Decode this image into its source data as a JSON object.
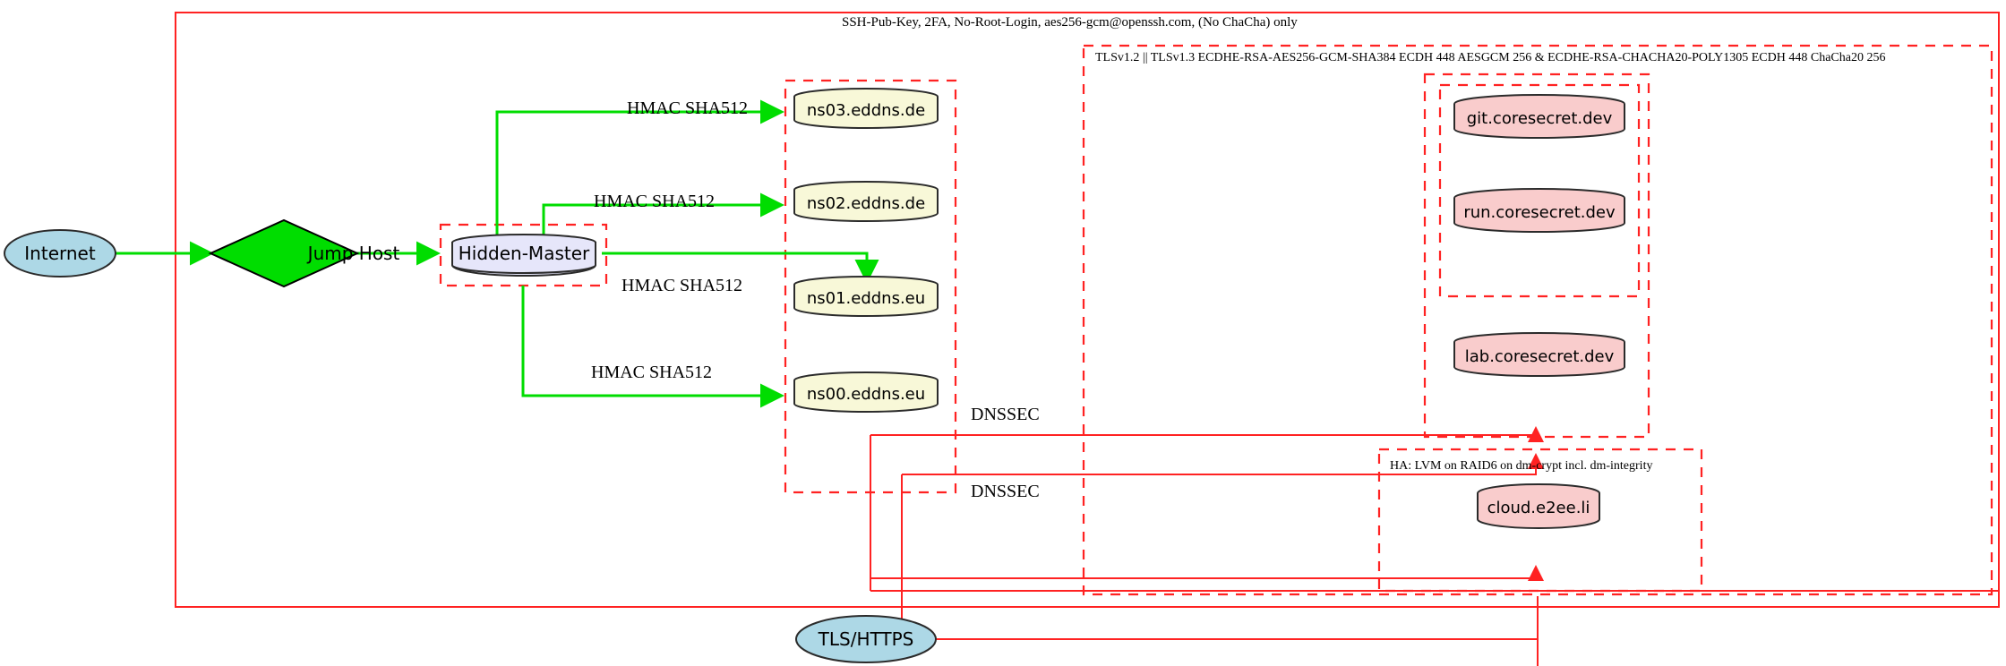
{
  "diagram": {
    "title_label": "SSH-Pub-Key, 2FA, No-Root-Login, aes256-gcm@openssh.com, (No ChaCha) only",
    "tls_cluster_label": "TLSv1.2 || TLSv1.3 ECDHE-RSA-AES256-GCM-SHA384 ECDH 448 AESGCM 256 & ECDHE-RSA-CHACHA20-POLY1305 ECDH 448 ChaCha20 256",
    "ha_cluster_label": "HA: LVM on RAID6 on dm-crypt incl. dm-integrity",
    "colors": {
      "red_border": "#ff2222",
      "green_edge": "#00dd00",
      "internet_fill": "#add8e6",
      "jump_host_fill": "#00dd00",
      "hidden_master_fill": "#e6e6fa",
      "dns_fill": "#f8f8d8",
      "service_fill": "#f9cccc",
      "stroke": "#2b2b2b"
    },
    "nodes": {
      "internet": "Internet",
      "jump_host": "Jump Host",
      "hidden_master": "Hidden-Master",
      "ns03": "ns03.eddns.de",
      "ns02": "ns02.eddns.de",
      "ns01": "ns01.eddns.eu",
      "ns00": "ns00.eddns.eu",
      "git": "git.coresecret.dev",
      "run": "run.coresecret.dev",
      "lab": "lab.coresecret.dev",
      "cloud": "cloud.e2ee.li",
      "tls_https": "TLS/HTTPS"
    },
    "edge_labels": {
      "hmac_ns03": "HMAC SHA512",
      "hmac_ns02": "HMAC SHA512",
      "hmac_ns01": "HMAC SHA512",
      "hmac_ns00": "HMAC SHA512",
      "dnssec_top": "DNSSEC",
      "dnssec_bottom": "DNSSEC"
    }
  }
}
